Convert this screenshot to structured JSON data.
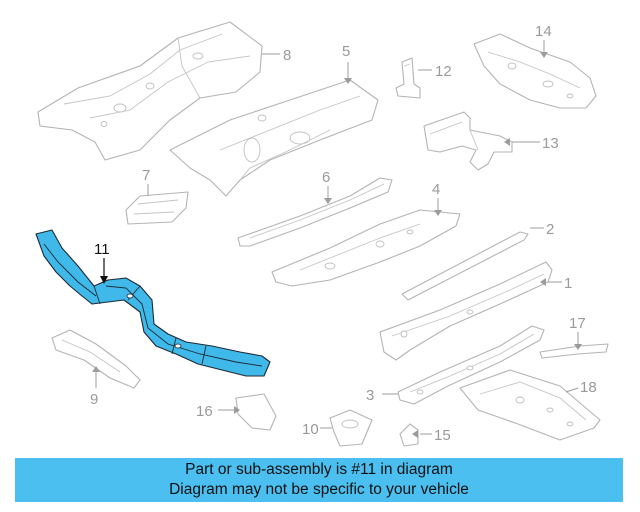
{
  "diagram": {
    "selected_part": "11",
    "labels": [
      "1",
      "2",
      "3",
      "4",
      "5",
      "6",
      "7",
      "8",
      "9",
      "10",
      "11",
      "12",
      "13",
      "14",
      "15",
      "16",
      "17",
      "18"
    ]
  },
  "banner": {
    "line1": "Part or sub-assembly is #11 in diagram",
    "line2": "Diagram may not be specific to your vehicle"
  },
  "colors": {
    "highlight": "#3fb8ea",
    "banner": "#4bbff0",
    "part_outline": "#b4b4b4"
  }
}
